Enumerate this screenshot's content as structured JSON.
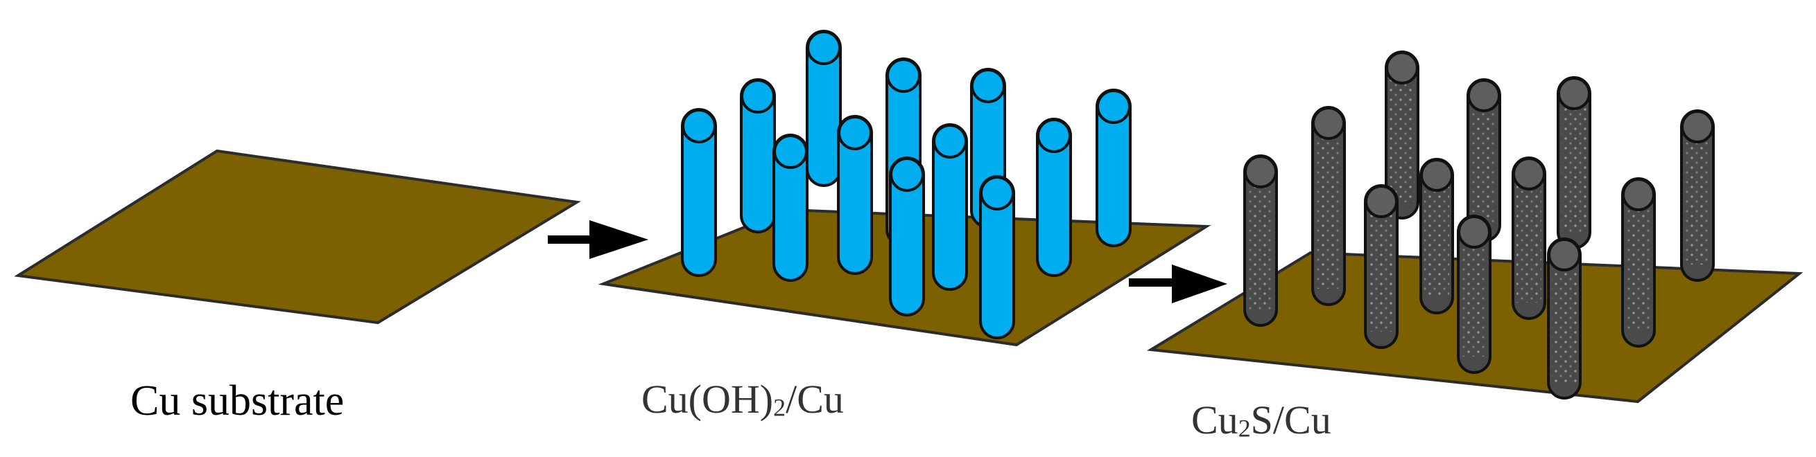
{
  "colors": {
    "substrate": "#7d6100",
    "substrate_edge": "#2c2c2c",
    "hydroxide_rod": "#00adef",
    "sulfide_rod": "#4a4a4a",
    "sulfide_cap": "#5e5e5e",
    "outline": "#111111",
    "arrow": "#000000"
  },
  "stages": [
    {
      "id": "cu-substrate",
      "label": "Cu substrate"
    },
    {
      "id": "cu-oh2-cu",
      "label_parts": [
        "Cu(OH)",
        "2",
        "/Cu"
      ]
    },
    {
      "id": "cu2s-cu",
      "label_parts": [
        "Cu",
        "2",
        "S/Cu"
      ]
    }
  ],
  "arrows": [
    {
      "from": "cu-substrate",
      "to": "cu-oh2-cu",
      "icon": "right-arrow-icon"
    },
    {
      "from": "cu-oh2-cu",
      "to": "cu2s-cu",
      "icon": "right-arrow-icon"
    }
  ]
}
